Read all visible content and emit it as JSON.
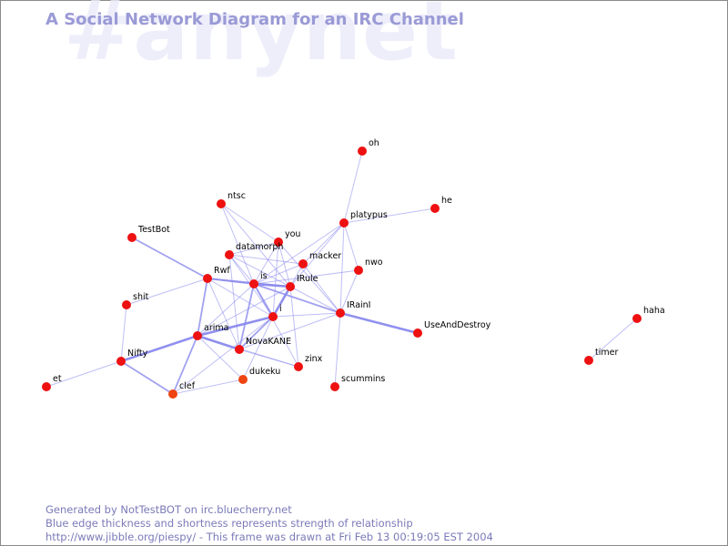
{
  "watermark": "#anynet",
  "title": "A Social Network Diagram for an IRC Channel",
  "footer": {
    "line1": "Generated by NotTestBOT on irc.bluecherry.net",
    "line2": "Blue edge thickness and shortness represents strength of relationship",
    "line3": "http://www.jibble.org/piespy/ - This frame was drawn at Fri Feb 13 00:19:05 EST 2004"
  },
  "colors": {
    "node": "#ee1111",
    "node_dim": "#ee4411",
    "edge": "#8a8aee",
    "title": "#9a9ad6",
    "watermark": "#eeeefb"
  },
  "nodes": [
    {
      "id": "oh",
      "label": "oh"
    },
    {
      "id": "he",
      "label": "he"
    },
    {
      "id": "platypus",
      "label": "platypus"
    },
    {
      "id": "ntsc",
      "label": "ntsc"
    },
    {
      "id": "TestBot",
      "label": "TestBot"
    },
    {
      "id": "you",
      "label": "you"
    },
    {
      "id": "datamorph",
      "label": "datamorph"
    },
    {
      "id": "macker",
      "label": "macker"
    },
    {
      "id": "nwo",
      "label": "nwo"
    },
    {
      "id": "Rwf",
      "label": "Rwf"
    },
    {
      "id": "is",
      "label": "is"
    },
    {
      "id": "IRule",
      "label": "IRule"
    },
    {
      "id": "shit",
      "label": "shit"
    },
    {
      "id": "IRainI",
      "label": "IRainI"
    },
    {
      "id": "i",
      "label": "i"
    },
    {
      "id": "UseAndDestroy",
      "label": "UseAndDestroy"
    },
    {
      "id": "arima",
      "label": "arima"
    },
    {
      "id": "NovaKANE",
      "label": "NovaKANE"
    },
    {
      "id": "Nifty",
      "label": "Nifty"
    },
    {
      "id": "zinx",
      "label": "zinx"
    },
    {
      "id": "dukeku",
      "label": "dukeku"
    },
    {
      "id": "scummins",
      "label": "scummins"
    },
    {
      "id": "et",
      "label": "et"
    },
    {
      "id": "clef",
      "label": "clef"
    },
    {
      "id": "haha",
      "label": "haha"
    },
    {
      "id": "timer",
      "label": "timer"
    }
  ],
  "edges": [
    {
      "from": "oh",
      "to": "platypus",
      "strength": 1
    },
    {
      "from": "he",
      "to": "platypus",
      "strength": 1
    },
    {
      "from": "platypus",
      "to": "nwo",
      "strength": 1
    },
    {
      "from": "platypus",
      "to": "macker",
      "strength": 1
    },
    {
      "from": "platypus",
      "to": "is",
      "strength": 1
    },
    {
      "from": "platypus",
      "to": "IRule",
      "strength": 1
    },
    {
      "from": "platypus",
      "to": "IRainI",
      "strength": 1
    },
    {
      "from": "ntsc",
      "to": "you",
      "strength": 1
    },
    {
      "from": "ntsc",
      "to": "is",
      "strength": 1
    },
    {
      "from": "ntsc",
      "to": "IRule",
      "strength": 1
    },
    {
      "from": "TestBot",
      "to": "Rwf",
      "strength": 2
    },
    {
      "from": "you",
      "to": "datamorph",
      "strength": 1
    },
    {
      "from": "you",
      "to": "is",
      "strength": 1
    },
    {
      "from": "you",
      "to": "IRule",
      "strength": 1
    },
    {
      "from": "you",
      "to": "IRainI",
      "strength": 1
    },
    {
      "from": "you",
      "to": "i",
      "strength": 1
    },
    {
      "from": "datamorph",
      "to": "macker",
      "strength": 1
    },
    {
      "from": "datamorph",
      "to": "is",
      "strength": 1
    },
    {
      "from": "datamorph",
      "to": "IRule",
      "strength": 1
    },
    {
      "from": "datamorph",
      "to": "i",
      "strength": 1
    },
    {
      "from": "datamorph",
      "to": "NovaKANE",
      "strength": 1
    },
    {
      "from": "macker",
      "to": "is",
      "strength": 1
    },
    {
      "from": "macker",
      "to": "IRainI",
      "strength": 1
    },
    {
      "from": "macker",
      "to": "IRule",
      "strength": 1
    },
    {
      "from": "nwo",
      "to": "is",
      "strength": 1
    },
    {
      "from": "nwo",
      "to": "IRainI",
      "strength": 1
    },
    {
      "from": "Rwf",
      "to": "is",
      "strength": 2
    },
    {
      "from": "Rwf",
      "to": "IRule",
      "strength": 2
    },
    {
      "from": "Rwf",
      "to": "i",
      "strength": 1
    },
    {
      "from": "Rwf",
      "to": "arima",
      "strength": 2
    },
    {
      "from": "Rwf",
      "to": "shit",
      "strength": 1
    },
    {
      "from": "Rwf",
      "to": "NovaKANE",
      "strength": 1
    },
    {
      "from": "is",
      "to": "IRule",
      "strength": 3
    },
    {
      "from": "is",
      "to": "i",
      "strength": 2
    },
    {
      "from": "is",
      "to": "IRainI",
      "strength": 2
    },
    {
      "from": "is",
      "to": "arima",
      "strength": 1
    },
    {
      "from": "is",
      "to": "NovaKANE",
      "strength": 2
    },
    {
      "from": "is",
      "to": "zinx",
      "strength": 1
    },
    {
      "from": "IRule",
      "to": "i",
      "strength": 3
    },
    {
      "from": "IRule",
      "to": "IRainI",
      "strength": 1
    },
    {
      "from": "IRule",
      "to": "arima",
      "strength": 1
    },
    {
      "from": "IRule",
      "to": "zinx",
      "strength": 1
    },
    {
      "from": "IRainI",
      "to": "i",
      "strength": 1
    },
    {
      "from": "IRainI",
      "to": "UseAndDestroy",
      "strength": 3
    },
    {
      "from": "IRainI",
      "to": "scummins",
      "strength": 1
    },
    {
      "from": "IRainI",
      "to": "NovaKANE",
      "strength": 1
    },
    {
      "from": "i",
      "to": "arima",
      "strength": 3
    },
    {
      "from": "i",
      "to": "NovaKANE",
      "strength": 2
    },
    {
      "from": "i",
      "to": "clef",
      "strength": 1
    },
    {
      "from": "i",
      "to": "dukeku",
      "strength": 1
    },
    {
      "from": "shit",
      "to": "Nifty",
      "strength": 1
    },
    {
      "from": "arima",
      "to": "NovaKANE",
      "strength": 3
    },
    {
      "from": "arima",
      "to": "Nifty",
      "strength": 3
    },
    {
      "from": "arima",
      "to": "clef",
      "strength": 2
    },
    {
      "from": "arima",
      "to": "dukeku",
      "strength": 1
    },
    {
      "from": "arima",
      "to": "zinx",
      "strength": 1
    },
    {
      "from": "Nifty",
      "to": "et",
      "strength": 1
    },
    {
      "from": "Nifty",
      "to": "clef",
      "strength": 2
    },
    {
      "from": "NovaKANE",
      "to": "zinx",
      "strength": 1
    },
    {
      "from": "clef",
      "to": "dukeku",
      "strength": 1
    },
    {
      "from": "haha",
      "to": "timer",
      "strength": 1
    }
  ]
}
